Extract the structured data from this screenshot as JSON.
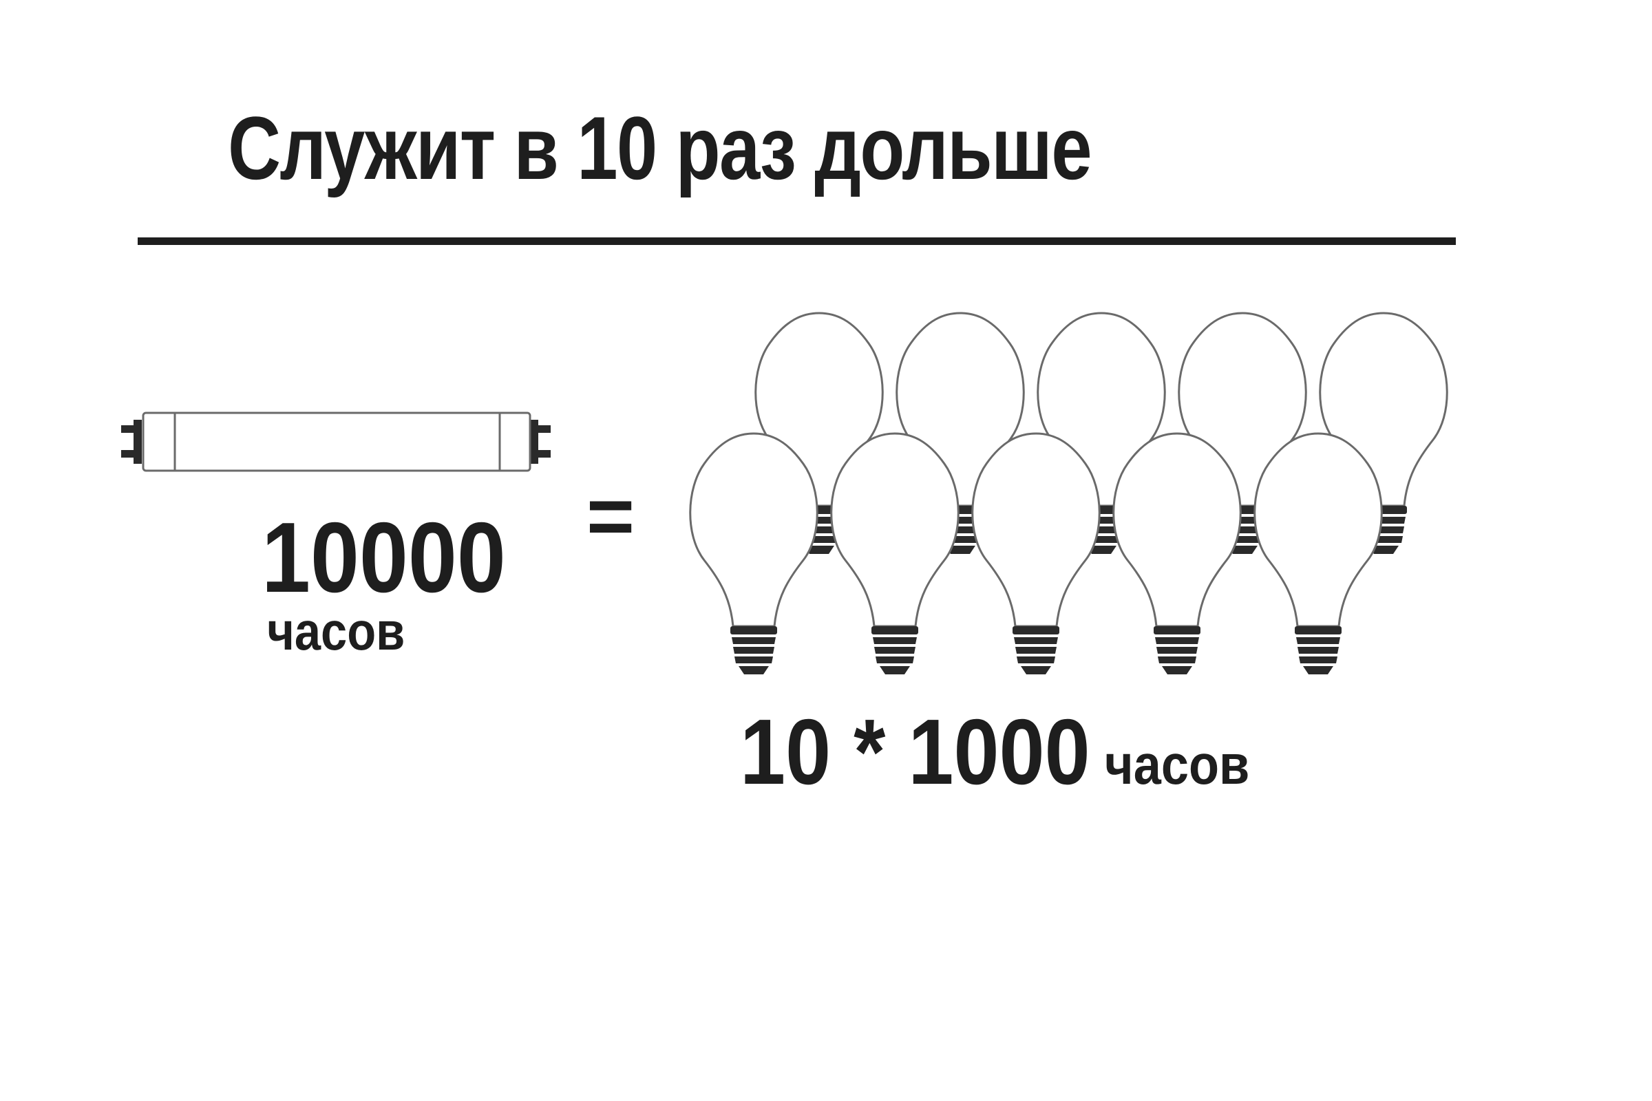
{
  "title": "Служит в 10 раз дольше",
  "tube": {
    "hours": "10000",
    "unit": "часов"
  },
  "equals_sign": "=",
  "bulbs": {
    "count": 10,
    "formula": "10 * 1000",
    "unit": "часов"
  },
  "colors": {
    "text": "#1e1e1e",
    "line": "#6a6a6a",
    "background": "#ffffff"
  }
}
